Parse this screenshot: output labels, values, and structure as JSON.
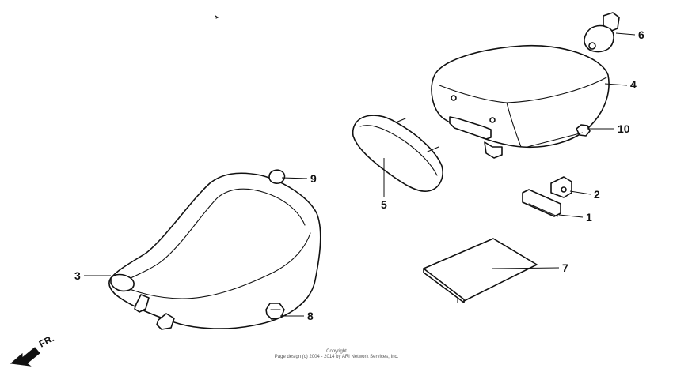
{
  "callouts": [
    {
      "id": "1",
      "text": "1"
    },
    {
      "id": "2",
      "text": "2"
    },
    {
      "id": "3",
      "text": "3"
    },
    {
      "id": "4",
      "text": "4"
    },
    {
      "id": "5",
      "text": "5"
    },
    {
      "id": "6",
      "text": "6"
    },
    {
      "id": "7",
      "text": "7"
    },
    {
      "id": "8",
      "text": "8"
    },
    {
      "id": "9",
      "text": "9"
    },
    {
      "id": "10",
      "text": "10"
    }
  ],
  "direction_label": "FR.",
  "copyright": {
    "line1": "Copyright",
    "line2": "Page design (c) 2004 - 2014 by ARI Network Services, Inc."
  }
}
